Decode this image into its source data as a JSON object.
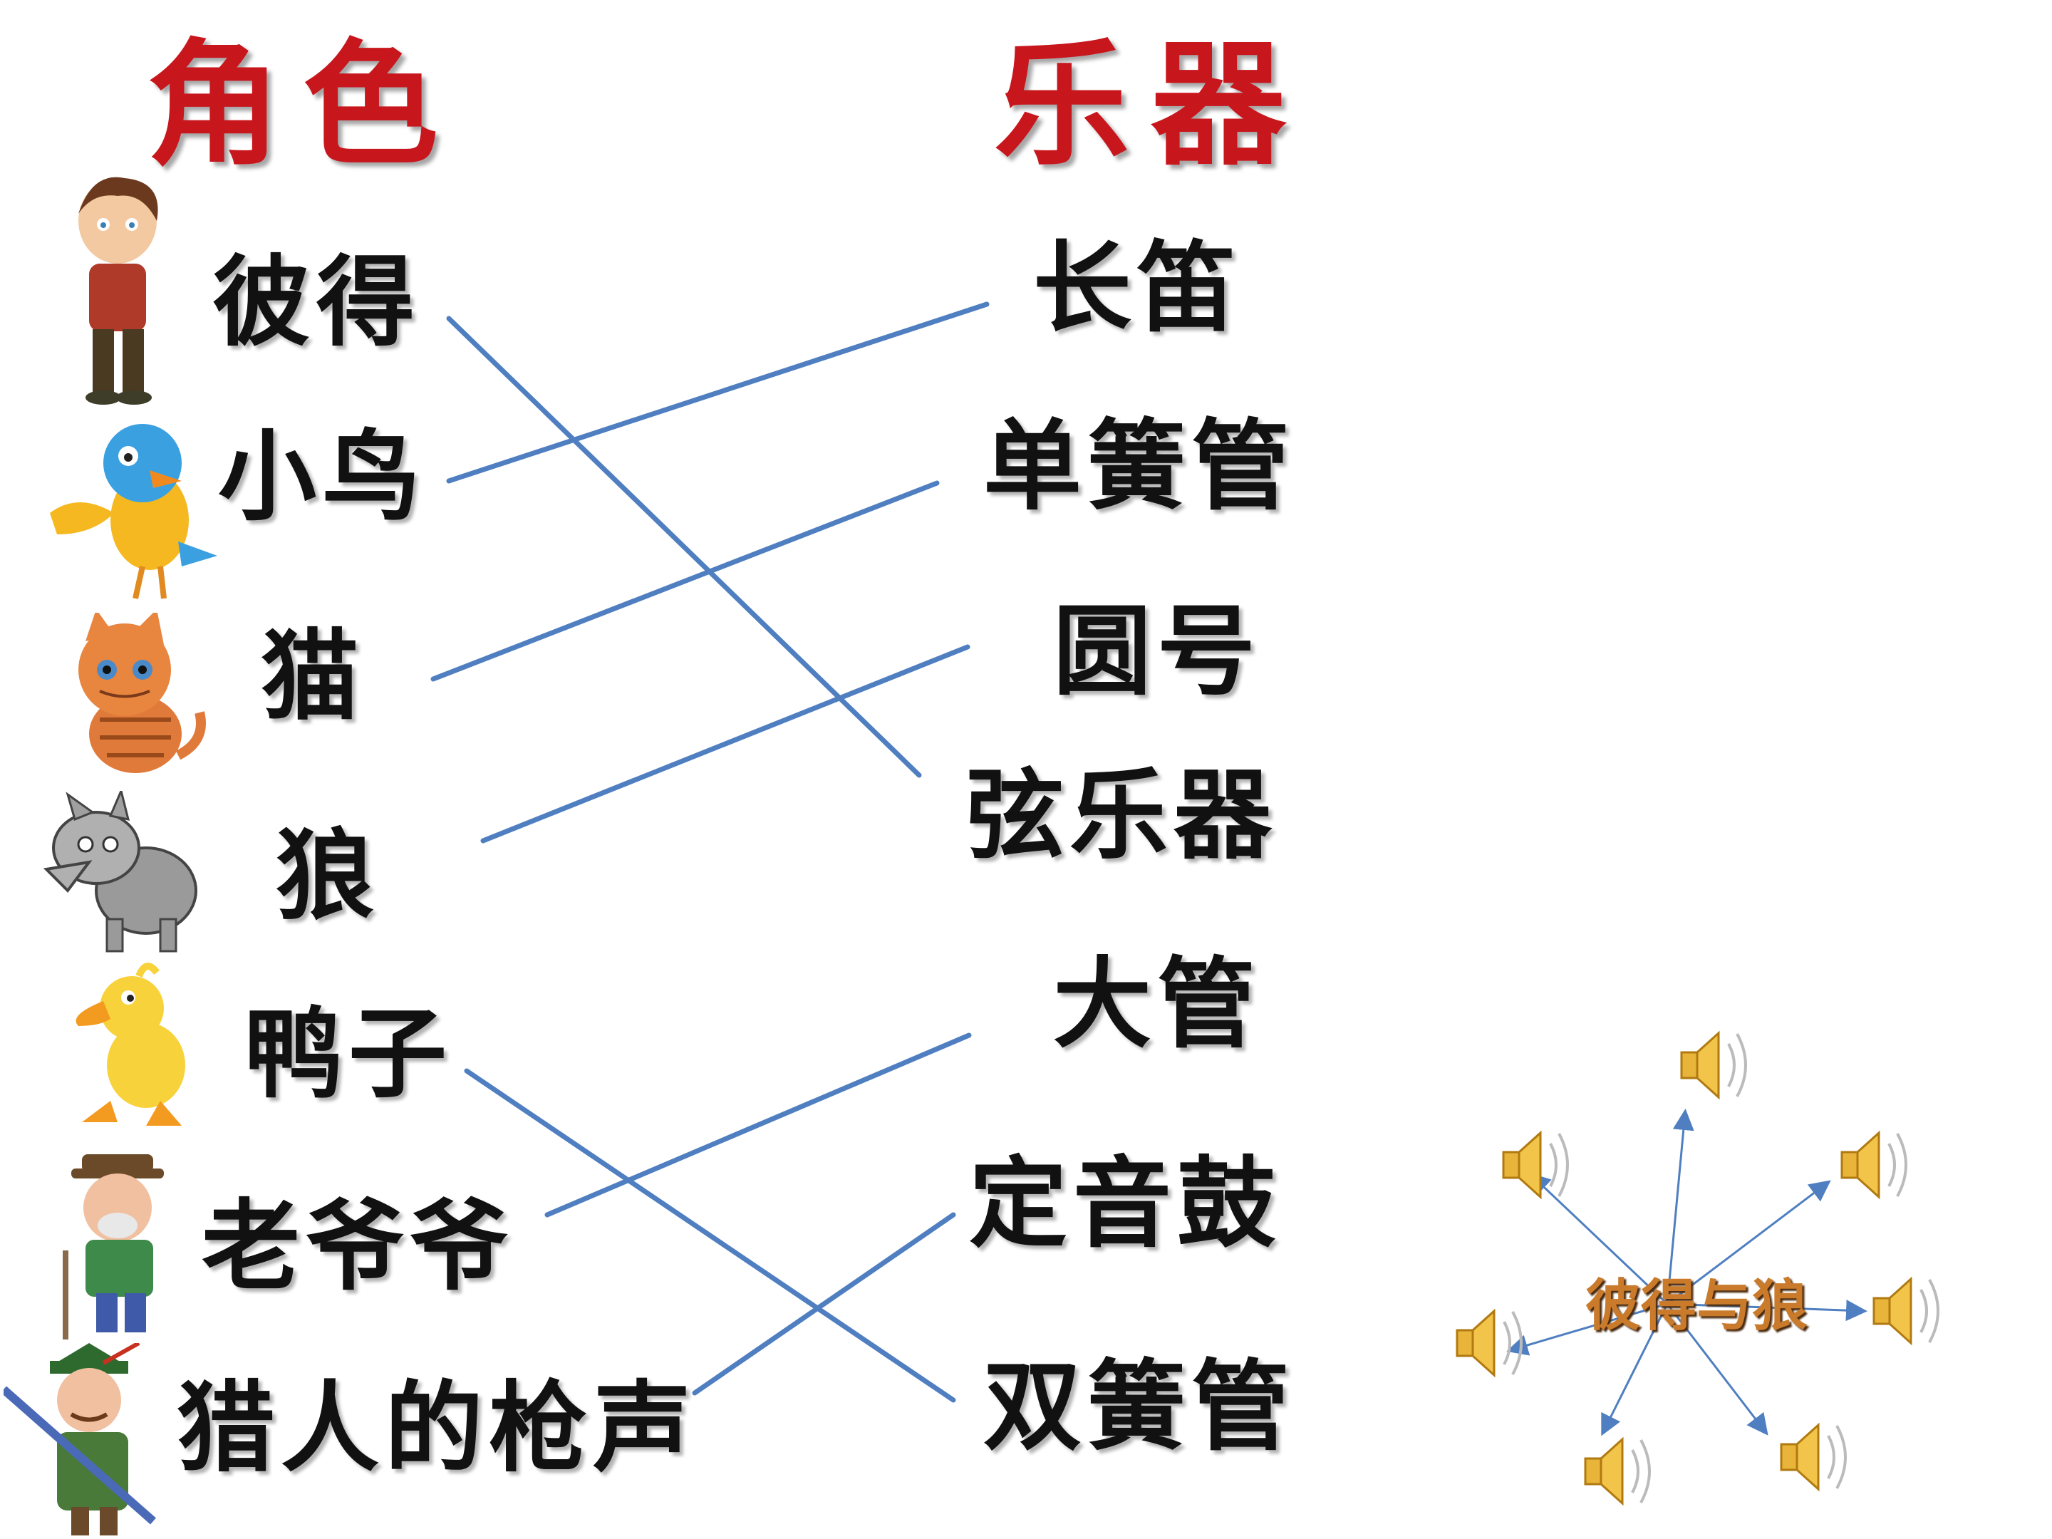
{
  "headings": {
    "roles": "角色",
    "instruments": "乐器"
  },
  "roles": [
    "彼得",
    "小鸟",
    "猫",
    "狼",
    "鸭子",
    "老爷爷",
    "猎人的枪声"
  ],
  "instruments": [
    "长笛",
    "单簧管",
    "圆号",
    "弦乐器",
    "大管",
    "定音鼓",
    "双簧管"
  ],
  "matches": [
    {
      "role": "彼得",
      "instrument": "弦乐器"
    },
    {
      "role": "小鸟",
      "instrument": "长笛"
    },
    {
      "role": "猫",
      "instrument": "单簧管"
    },
    {
      "role": "狼",
      "instrument": "圆号"
    },
    {
      "role": "鸭子",
      "instrument": "双簧管"
    },
    {
      "role": "老爷爷",
      "instrument": "大管"
    },
    {
      "role": "猎人的枪声",
      "instrument": "定音鼓"
    }
  ],
  "logo": {
    "text": "彼得与狼"
  },
  "colors": {
    "heading": "#c8161d",
    "connector": "#4f7fc0",
    "speaker": "#e8b43a"
  },
  "icons": [
    "speaker-icon"
  ]
}
